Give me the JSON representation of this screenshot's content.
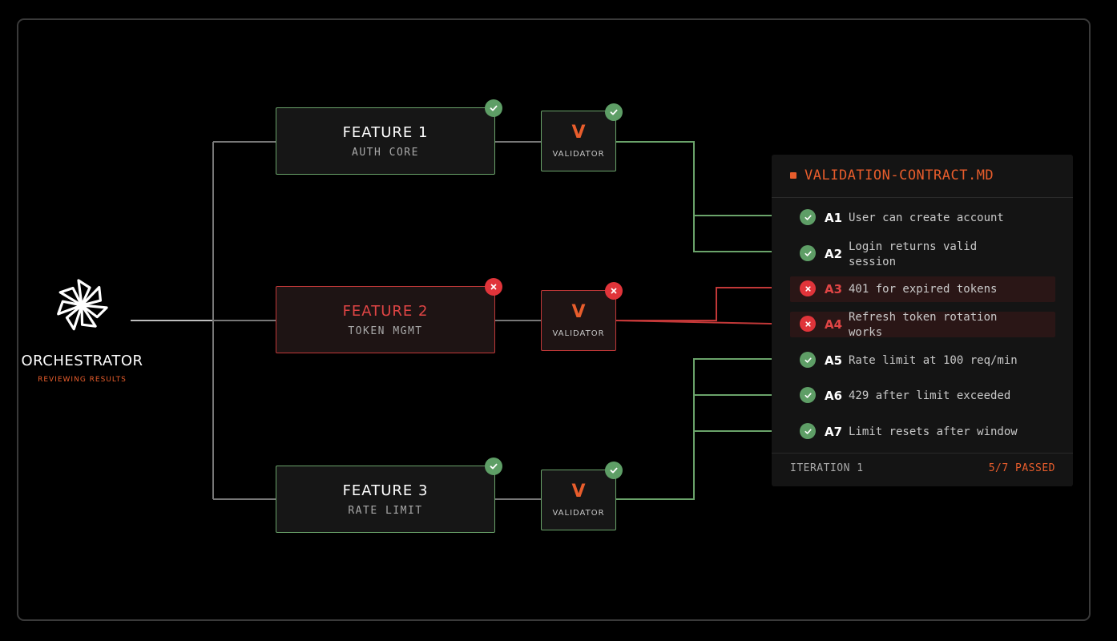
{
  "orchestrator": {
    "title": "ORCHESTRATOR",
    "subtitle": "REVIEWING RESULTS",
    "icon": "pinwheel-logo-icon"
  },
  "features": [
    {
      "title": "FEATURE 1",
      "subtitle": "AUTH CORE",
      "status": "passed"
    },
    {
      "title": "FEATURE 2",
      "subtitle": "TOKEN MGMT",
      "status": "failed"
    },
    {
      "title": "FEATURE 3",
      "subtitle": "RATE LIMIT",
      "status": "passed"
    }
  ],
  "validators": [
    {
      "letter": "V",
      "label": "VALIDATOR",
      "status": "passed"
    },
    {
      "letter": "V",
      "label": "VALIDATOR",
      "status": "failed"
    },
    {
      "letter": "V",
      "label": "VALIDATOR",
      "status": "passed"
    }
  ],
  "contract": {
    "title": "VALIDATION-CONTRACT.MD",
    "items": [
      {
        "id": "A1",
        "text": "User can create account",
        "status": "passed"
      },
      {
        "id": "A2",
        "text": "Login returns valid session",
        "status": "passed"
      },
      {
        "id": "A3",
        "text": "401 for expired tokens",
        "status": "failed"
      },
      {
        "id": "A4",
        "text": "Refresh token rotation works",
        "status": "failed"
      },
      {
        "id": "A5",
        "text": "Rate limit at 100 req/min",
        "status": "passed"
      },
      {
        "id": "A6",
        "text": "429 after limit exceeded",
        "status": "passed"
      },
      {
        "id": "A7",
        "text": "Limit resets after window",
        "status": "passed"
      }
    ],
    "footer_left": "ITERATION 1",
    "footer_right": "5/7 PASSED"
  },
  "colors": {
    "accent": "#e85d2c",
    "pass": "#6aa36a",
    "fail": "#c23838",
    "badge_pass": "#5e9e66",
    "badge_fail": "#e0343a"
  }
}
